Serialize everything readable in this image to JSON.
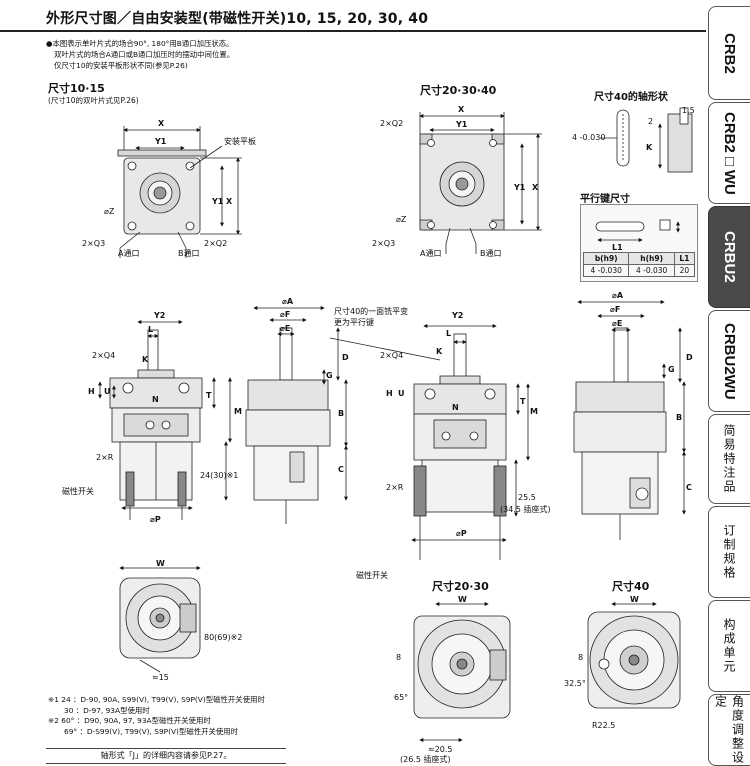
{
  "header": {
    "title": "外形尺寸图／自由安装型(带磁性开关)10, 15, 20, 30, 40"
  },
  "notes": [
    "●本图表示单叶片式的场合90°, 180°用B通口加压状态。",
    "双叶片式的场合A通口或B通口加压时的摆动中间位置。",
    "仅尺寸10的安装平板形状不同(参见P.26)"
  ],
  "sections": {
    "size_10_15": "尺寸10·15",
    "size_10_15_note": "(尺寸10的双叶片式见P.26)",
    "size_20_30_40": "尺寸20·30·40",
    "shaft_shape_40": "尺寸40的轴形状",
    "parallel_key": "平行键尺寸",
    "bottom_20_30": "尺寸20·30",
    "bottom_40": "尺寸40"
  },
  "labels": {
    "mounting_plate": "安装平板",
    "port_a": "A通口",
    "port_b": "B通口",
    "magnetic_switch": "磁性开关",
    "flat_note_1": "尺寸40的一面铣平变",
    "flat_note_2": "更为平行键",
    "x": "X",
    "y1": "Y1",
    "y2": "Y2",
    "l": "L",
    "k": "K",
    "n": "N",
    "h": "H",
    "u": "U",
    "t": "T",
    "m": "M",
    "d": "D",
    "g": "G",
    "b": "B",
    "c": "C",
    "w": "W",
    "phi_a": "⌀A",
    "phi_f": "⌀F",
    "phi_e": "⌀E",
    "phi_p": "⌀P",
    "phi_z": "⌀Z",
    "q2": "2×Q2",
    "q3": "2×Q3",
    "q4": "2×Q4",
    "r": "2×R",
    "l1": "L1",
    "dim_24_30": "24(30)※1",
    "dim_25_5": "25.5",
    "dim_34_5": "(34.5 插座式)",
    "dim_80_69": "80(69)※2",
    "dim_15": "≈15",
    "dim_20_5": "≈20.5",
    "dim_26_5": "(26.5 插座式)",
    "dim_65": "65°",
    "dim_32_5": "32.5°",
    "dim_r22_5": "R22.5",
    "dim_8": "8",
    "dim_1_5": "1.5",
    "dim_2": "2",
    "dim_4_tol": "4 -0.030"
  },
  "key_table": {
    "headers": [
      "b(h9)",
      "h(h9)",
      "L1"
    ],
    "row": [
      "4 -0.030",
      "4 -0.030",
      "20"
    ]
  },
  "footnotes": [
    "※1 24 ：D-90, 90A, S99(V), T99(V), S9P(V)型磁性开关使用时",
    "30 ：D-97, 93A型使用时",
    "※2 60° ：D90, 90A, 97, 93A型磁性开关使用时",
    "69° ：D-S99(V), T99(V), S9P(V)型磁性开关使用时"
  ],
  "footer": "轴形式「J」的详细内容请参见P.27。",
  "tabs": [
    {
      "label": "CRB2",
      "active": false
    },
    {
      "label": "CRB2□WU",
      "active": false
    },
    {
      "label": "CRBU2",
      "active": true
    },
    {
      "label": "CRBU2WU",
      "active": false
    },
    {
      "label": "简易特注品",
      "active": false
    },
    {
      "label": "订制规格",
      "active": false
    },
    {
      "label": "构成单元",
      "active": false
    },
    {
      "label": "角度调整设定",
      "active": false
    }
  ]
}
